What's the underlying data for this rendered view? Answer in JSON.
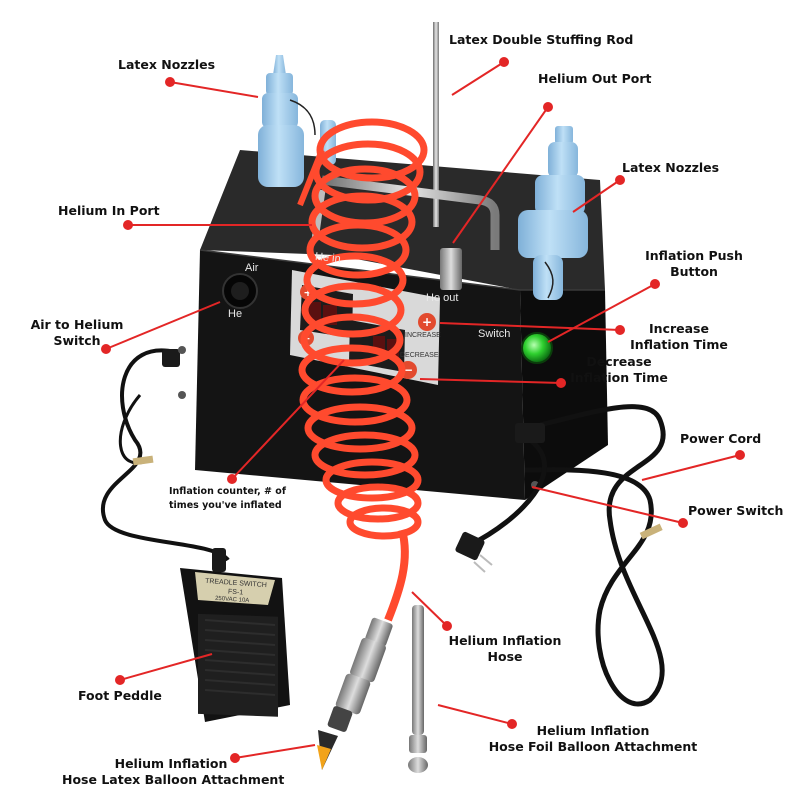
{
  "labels": {
    "latex_nozzles_left": "Latex Nozzles",
    "latex_stuffing_rod": "Latex Double Stuffing Rod",
    "helium_out_port": "Helium Out Port",
    "latex_nozzles_right": "Latex Nozzles",
    "helium_in_port": "Helium In Port",
    "inflation_push_button_line1": "Inflation Push",
    "inflation_push_button_line2": "Button",
    "air_helium_switch_line1": "Air to Helium",
    "air_helium_switch_line2": "Switch",
    "increase_time_line1": "Increase",
    "increase_time_line2": "Inflation Time",
    "decrease_time_line1": "Decrease",
    "decrease_time_line2": "Inflation Time",
    "power_cord": "Power Cord",
    "power_switch": "Power Switch",
    "inflation_counter_line1": "Inflation counter, # of",
    "inflation_counter_line2": "times you've inflated",
    "helium_hose_line1": "Helium Inflation",
    "helium_hose_line2": "Hose",
    "foot_peddle": "Foot Peddle",
    "foil_attachment_line1": "Helium Inflation",
    "foil_attachment_line2": "Hose Foil Balloon Attachment",
    "latex_attachment_line1": "Helium Inflation",
    "latex_attachment_line2": "Hose Latex Balloon Attachment"
  },
  "panel": {
    "air": "Air",
    "he": "He",
    "he_in": "He in",
    "he_out": "He out",
    "switch": "Switch",
    "increase": "INCREASE",
    "decrease": "DECREASE"
  },
  "pedal": {
    "title": "TREADLE SWITCH",
    "model": "FS-1",
    "rating": "250VAC 10A"
  },
  "colors": {
    "accent_red": "#e32626",
    "hose": "#ff4a2e",
    "nozzle": "#9ec9ea",
    "body": "#121212",
    "button_green": "#2fd02f"
  }
}
